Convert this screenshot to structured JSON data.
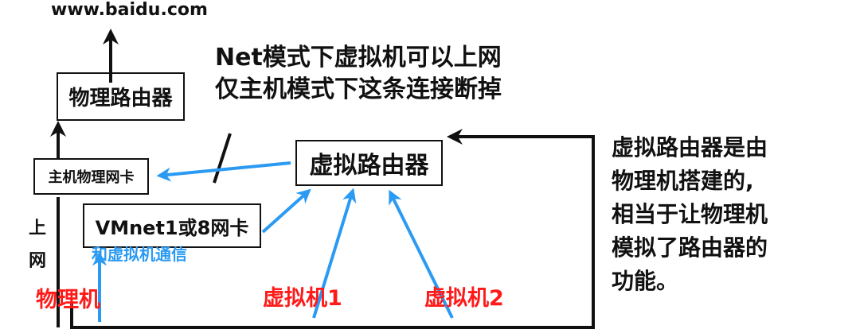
{
  "colors": {
    "blue": "#2b9af3",
    "red": "#ff1a1a",
    "black": "#111111"
  },
  "url": "www.baidu.com",
  "nodes": {
    "physical_router": "物理路由器",
    "host_nic": "主机物理网卡",
    "vmnet_nic": "VMnet1或8网卡",
    "virtual_router": "虚拟路由器",
    "physical_machine": "物理机",
    "vm1": "虚拟机1",
    "vm2": "虚拟机2"
  },
  "labels": {
    "nat_line1": "Net模式下虚拟机可以上网",
    "nat_line2": "仅主机模式下这条连接断掉",
    "internet_1": "上",
    "internet_2": "网",
    "vm_comm": "和虚拟机通信"
  },
  "note": [
    "虚拟路由器是由",
    "物理机搭建的,",
    "相当于让物理机",
    "模拟了路由器的",
    "功能。"
  ]
}
